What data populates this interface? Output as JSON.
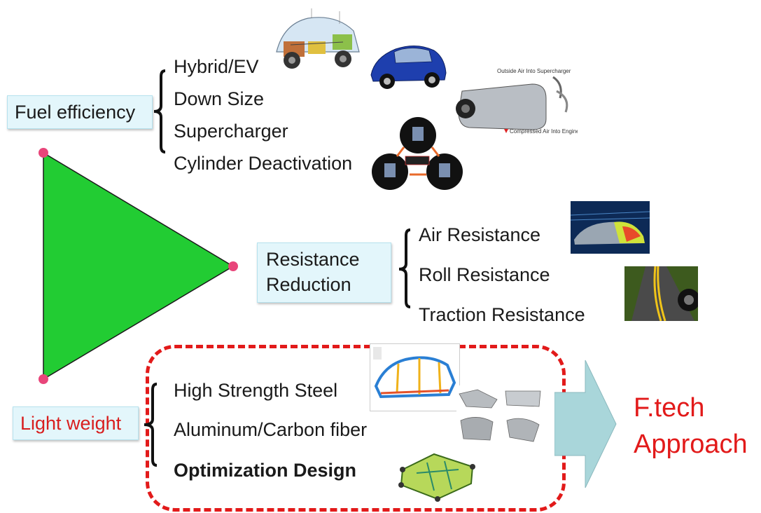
{
  "fuel": {
    "label": "Fuel efficiency",
    "items": [
      "Hybrid/EV",
      "Down Size",
      "Supercharger",
      "Cylinder Deactivation"
    ]
  },
  "resistance": {
    "label_line1": "Resistance",
    "label_line2": "Reduction",
    "items": [
      "Air Resistance",
      "Roll Resistance",
      "Traction Resistance"
    ]
  },
  "weight": {
    "label": "Light weight",
    "items": [
      "High Strength Steel",
      "Aluminum/Carbon fiber",
      "Optimization Design"
    ]
  },
  "approach": {
    "line1": "F.tech",
    "line2": "Approach"
  },
  "supercharger_caption_top": "Outside Air Into Supercharger",
  "supercharger_caption_bottom": "Compressed Air Into Engine",
  "colors": {
    "triangle": "#22cc33",
    "vertex": "#e8457a",
    "label_bg": "#e3f6fb",
    "dashed_border": "#e21a1a",
    "arrow": "#a9d6da",
    "approach_text": "#e21a1a",
    "light_weight_text": "#d81e1e"
  }
}
